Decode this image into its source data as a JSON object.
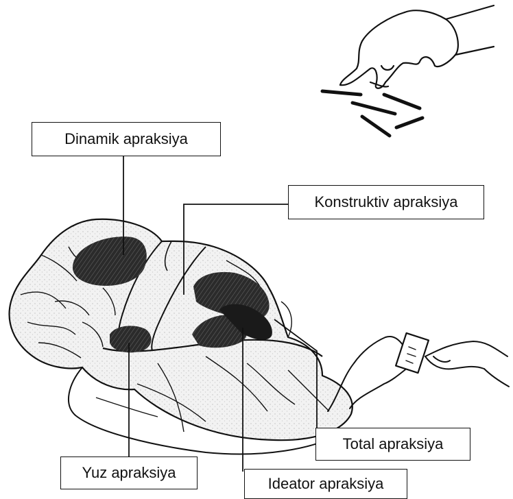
{
  "labels": {
    "dynamic": "Dinamik apraksiya",
    "constructive": "Konstruktiv apraksiya",
    "total": "Total apraksiya",
    "face": "Yuz apraksiya",
    "ideational": "Ideator apraksiya"
  },
  "colors": {
    "ink": "#111111",
    "brain_fill": "#efefef",
    "lesion": "#2b2b2b"
  }
}
